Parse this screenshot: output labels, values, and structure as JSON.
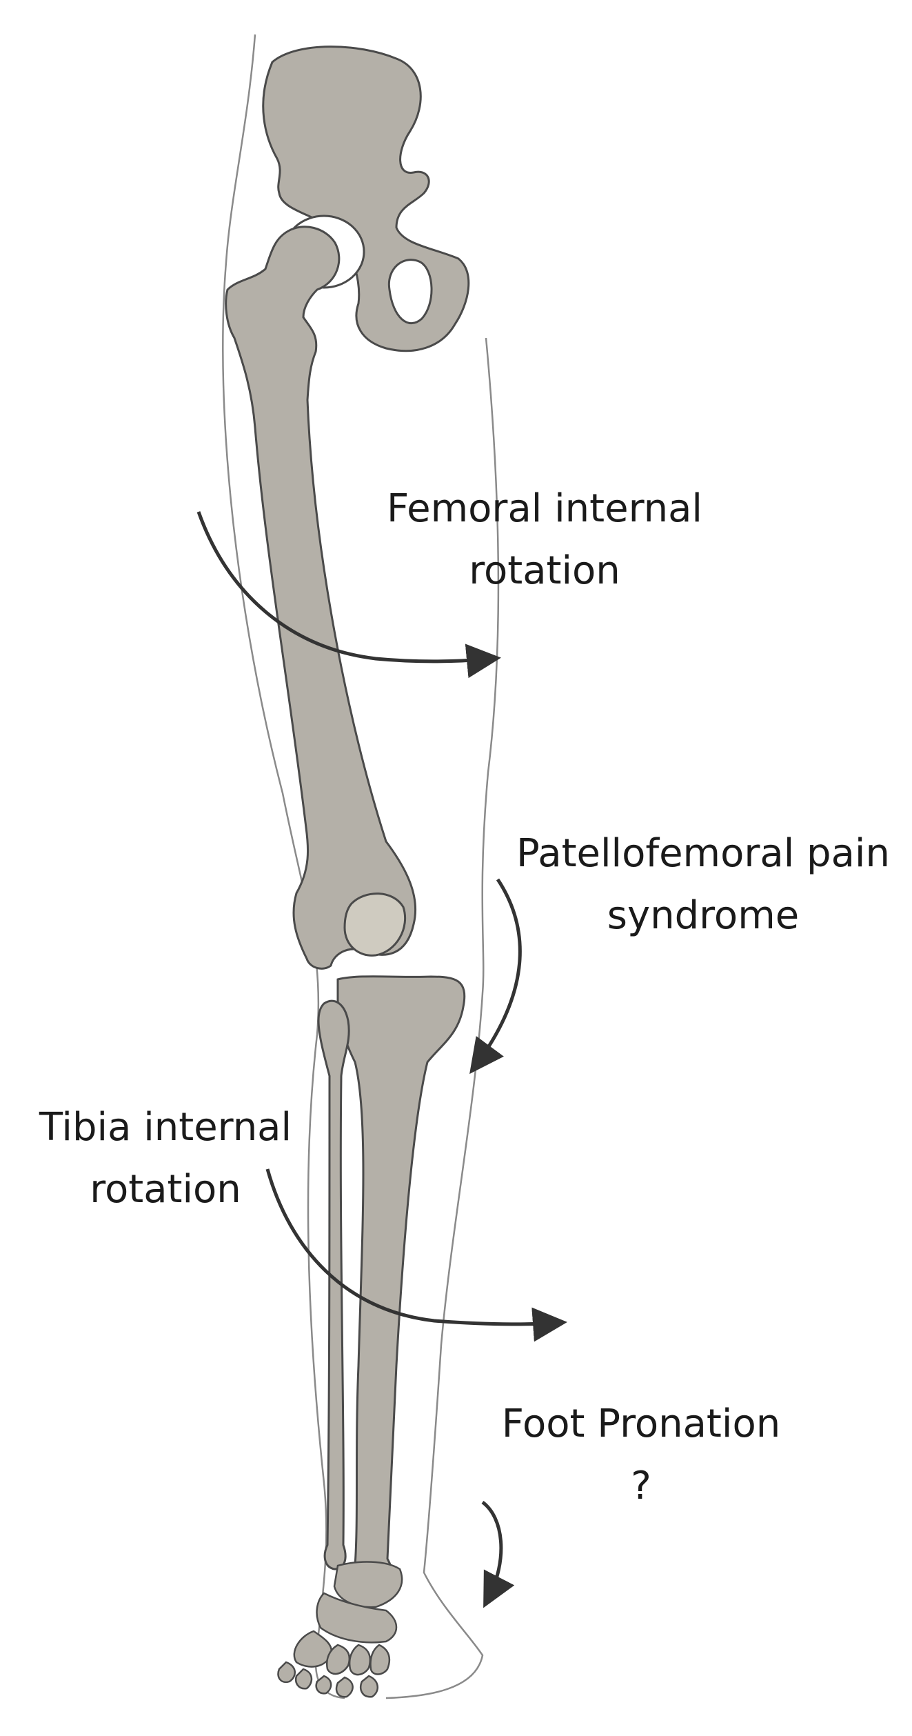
{
  "labels": {
    "femoral": {
      "line1": "Femoral internal",
      "line2": "rotation"
    },
    "patellofemoral": {
      "line1": "Patellofemoral pain",
      "line2": "syndrome"
    },
    "tibia": {
      "line1": "Tibia internal",
      "line2": "rotation"
    },
    "foot": {
      "line1": "Foot Pronation",
      "line2": "?"
    }
  },
  "colors": {
    "bone_fill": "#b4b0a8",
    "bone_stroke": "#4a4a4a",
    "patella_fill": "#cfcbc0",
    "outline": "#8a8a8a",
    "arrow": "#333333",
    "text": "#1a1a1a",
    "background": "#ffffff"
  }
}
